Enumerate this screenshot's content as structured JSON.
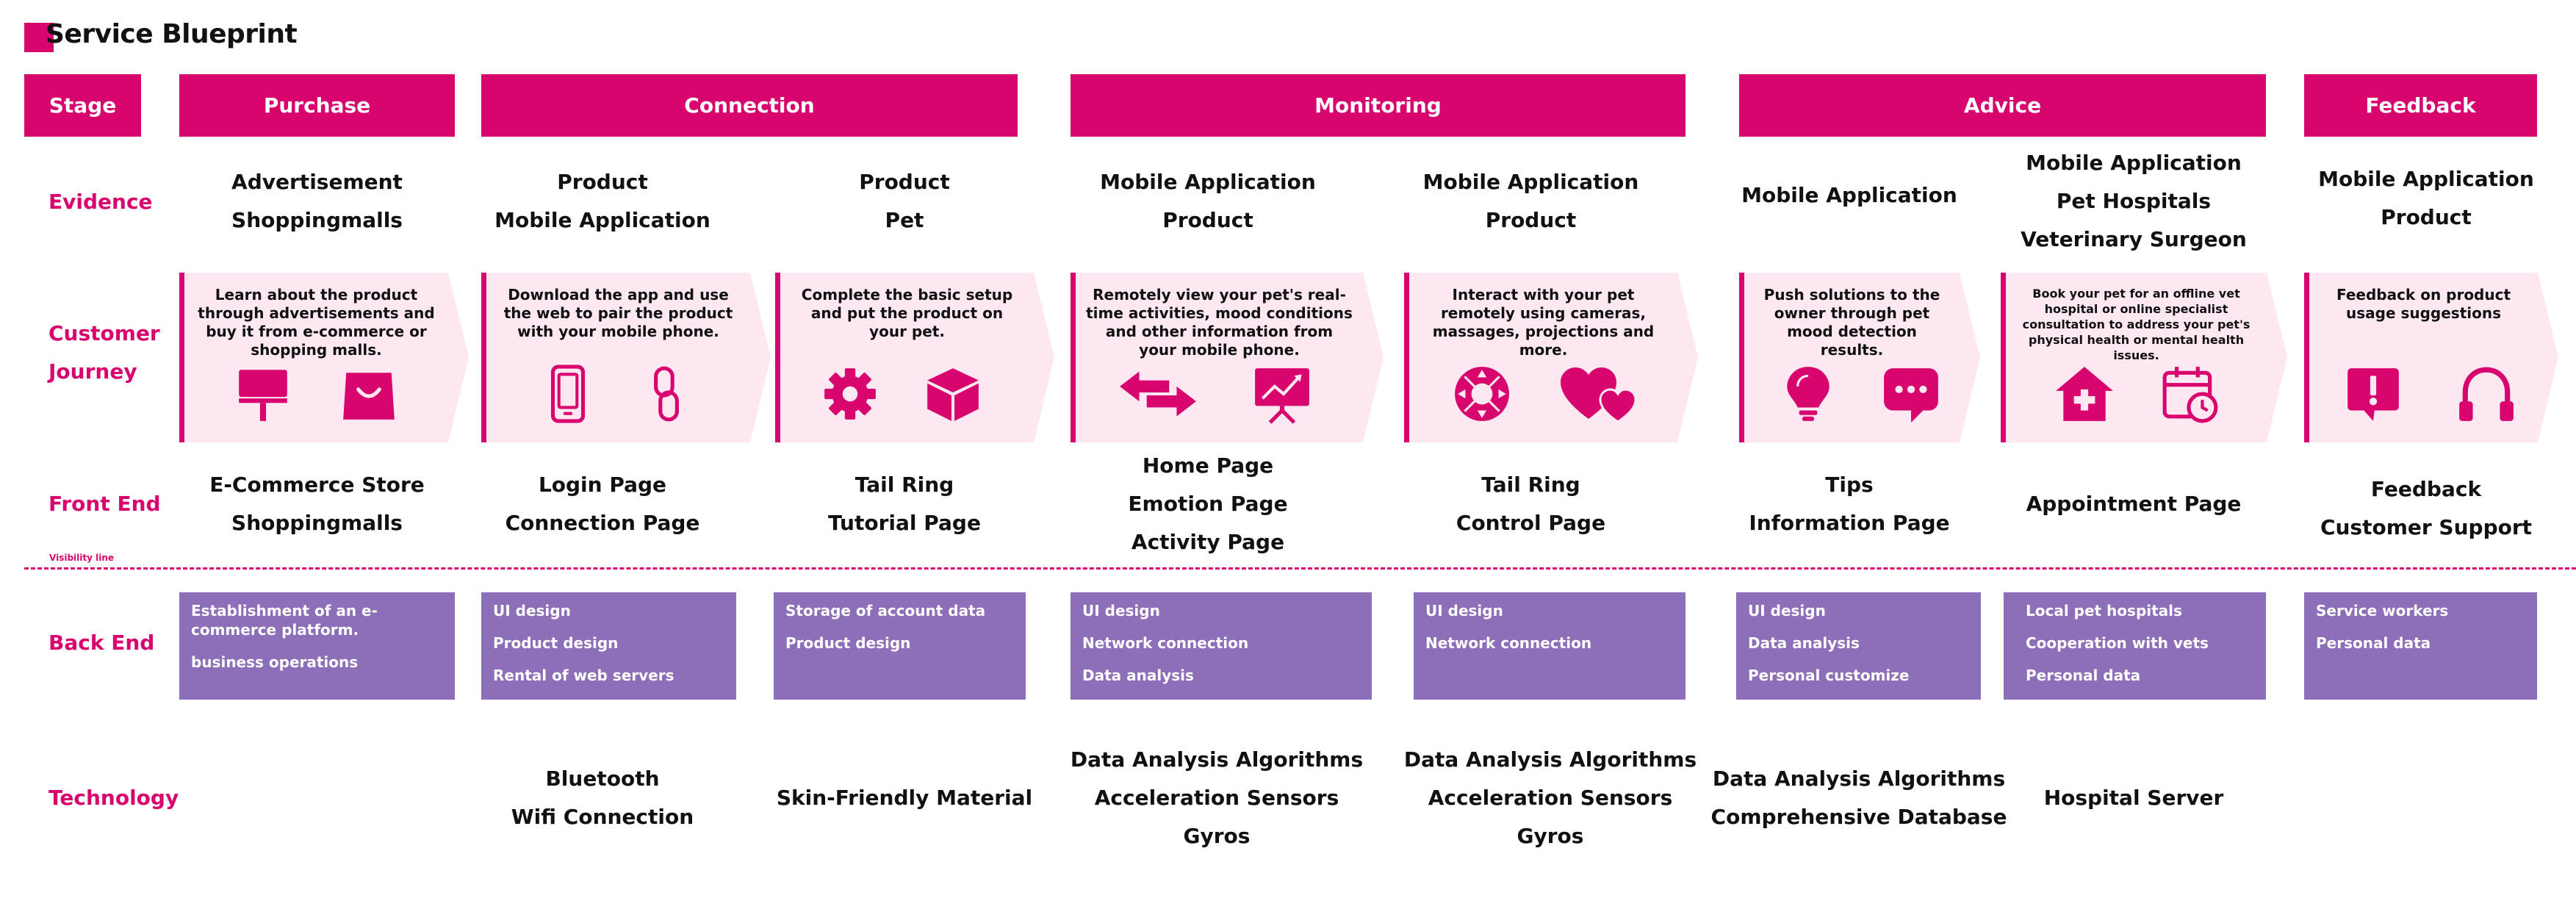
{
  "title": "Service Blueprint",
  "colors": {
    "accent": "#d8056f",
    "journey_bg": "#fde8f2",
    "backend": "#8d6eb8"
  },
  "row_labels": {
    "stage": "Stage",
    "evidence": "Evidence",
    "customer_journey": [
      "Customer",
      "Journey"
    ],
    "front_end": "Front End",
    "back_end": "Back End",
    "technology": "Technology"
  },
  "visibility_label": "Visibility line",
  "stages": [
    "Purchase",
    "Connection",
    "Monitoring",
    "Advice",
    "Feedback"
  ],
  "evidence": [
    [
      "Advertisement",
      "Shoppingmalls"
    ],
    [
      "Product",
      "Mobile Application"
    ],
    [
      "Product",
      "Pet"
    ],
    [
      "Mobile Application",
      "Product"
    ],
    [
      "Mobile Application",
      "Product"
    ],
    [
      "Mobile Application"
    ],
    [
      "Mobile Application",
      "Pet Hospitals",
      "Veterinary Surgeon"
    ],
    [
      "Mobile Application",
      "Product"
    ]
  ],
  "journey": [
    {
      "text": "Learn about the product through advertisements and buy it from e-commerce or shopping malls.",
      "icons": [
        "billboard-icon",
        "shopping-bag-icon"
      ]
    },
    {
      "text": "Download the app and use the web to pair the product with your mobile phone.",
      "icons": [
        "smartphone-icon",
        "link-icon"
      ]
    },
    {
      "text": "Complete the basic setup and put the product on your pet.",
      "icons": [
        "gear-icon",
        "box-icon"
      ]
    },
    {
      "text": "Remotely view your pet's real-time activities, mood conditions and other information from your mobile phone.",
      "icons": [
        "exchange-arrows-icon",
        "chart-board-icon"
      ]
    },
    {
      "text": "Interact with your pet remotely using cameras, massages, projections and more.",
      "icons": [
        "gamepad-icon",
        "hearts-icon"
      ]
    },
    {
      "text": "Push solutions to the owner through pet mood detection results.",
      "icons": [
        "lightbulb-icon",
        "chat-bubble-icon"
      ]
    },
    {
      "text": "Book your pet for an offline vet hospital or online specialist consultation to address your pet's physical health or mental health issues.",
      "icons": [
        "hospital-icon",
        "calendar-clock-icon"
      ]
    },
    {
      "text": "Feedback on product usage suggestions",
      "icons": [
        "alert-message-icon",
        "headset-icon"
      ]
    }
  ],
  "front_end": [
    [
      "E-Commerce Store",
      "Shoppingmalls"
    ],
    [
      "Login Page",
      "Connection Page"
    ],
    [
      "Tail Ring",
      "Tutorial Page"
    ],
    [
      "Home Page",
      "Emotion Page",
      "Activity Page"
    ],
    [
      "Tail Ring",
      "Control Page"
    ],
    [
      "Tips",
      "Information Page"
    ],
    [
      "Appointment Page"
    ],
    [
      "Feedback",
      "Customer Support"
    ]
  ],
  "back_end": [
    [
      "Establishment of an e-commerce platform.",
      "business operations"
    ],
    [
      "UI design",
      "Product design",
      "Rental of web servers"
    ],
    [
      "Storage of account data",
      "Product design"
    ],
    [
      "UI design",
      "Network connection",
      "Data analysis"
    ],
    [
      "UI design",
      "Network connection"
    ],
    [
      "UI design",
      "Data analysis",
      "Personal customize"
    ],
    [
      "Local pet hospitals",
      "Cooperation with vets",
      "Personal data"
    ],
    [
      "Service workers",
      "Personal data"
    ]
  ],
  "technology": [
    [],
    [
      "Bluetooth",
      "Wifi Connection"
    ],
    [
      "Skin-Friendly Material"
    ],
    [
      "Data Analysis Algorithms",
      "Acceleration Sensors",
      "Gyros"
    ],
    [
      "Data Analysis Algorithms",
      "Acceleration Sensors",
      "Gyros"
    ],
    [
      "Data Analysis Algorithms",
      "Comprehensive Database"
    ],
    [
      "Hospital Server"
    ],
    []
  ]
}
